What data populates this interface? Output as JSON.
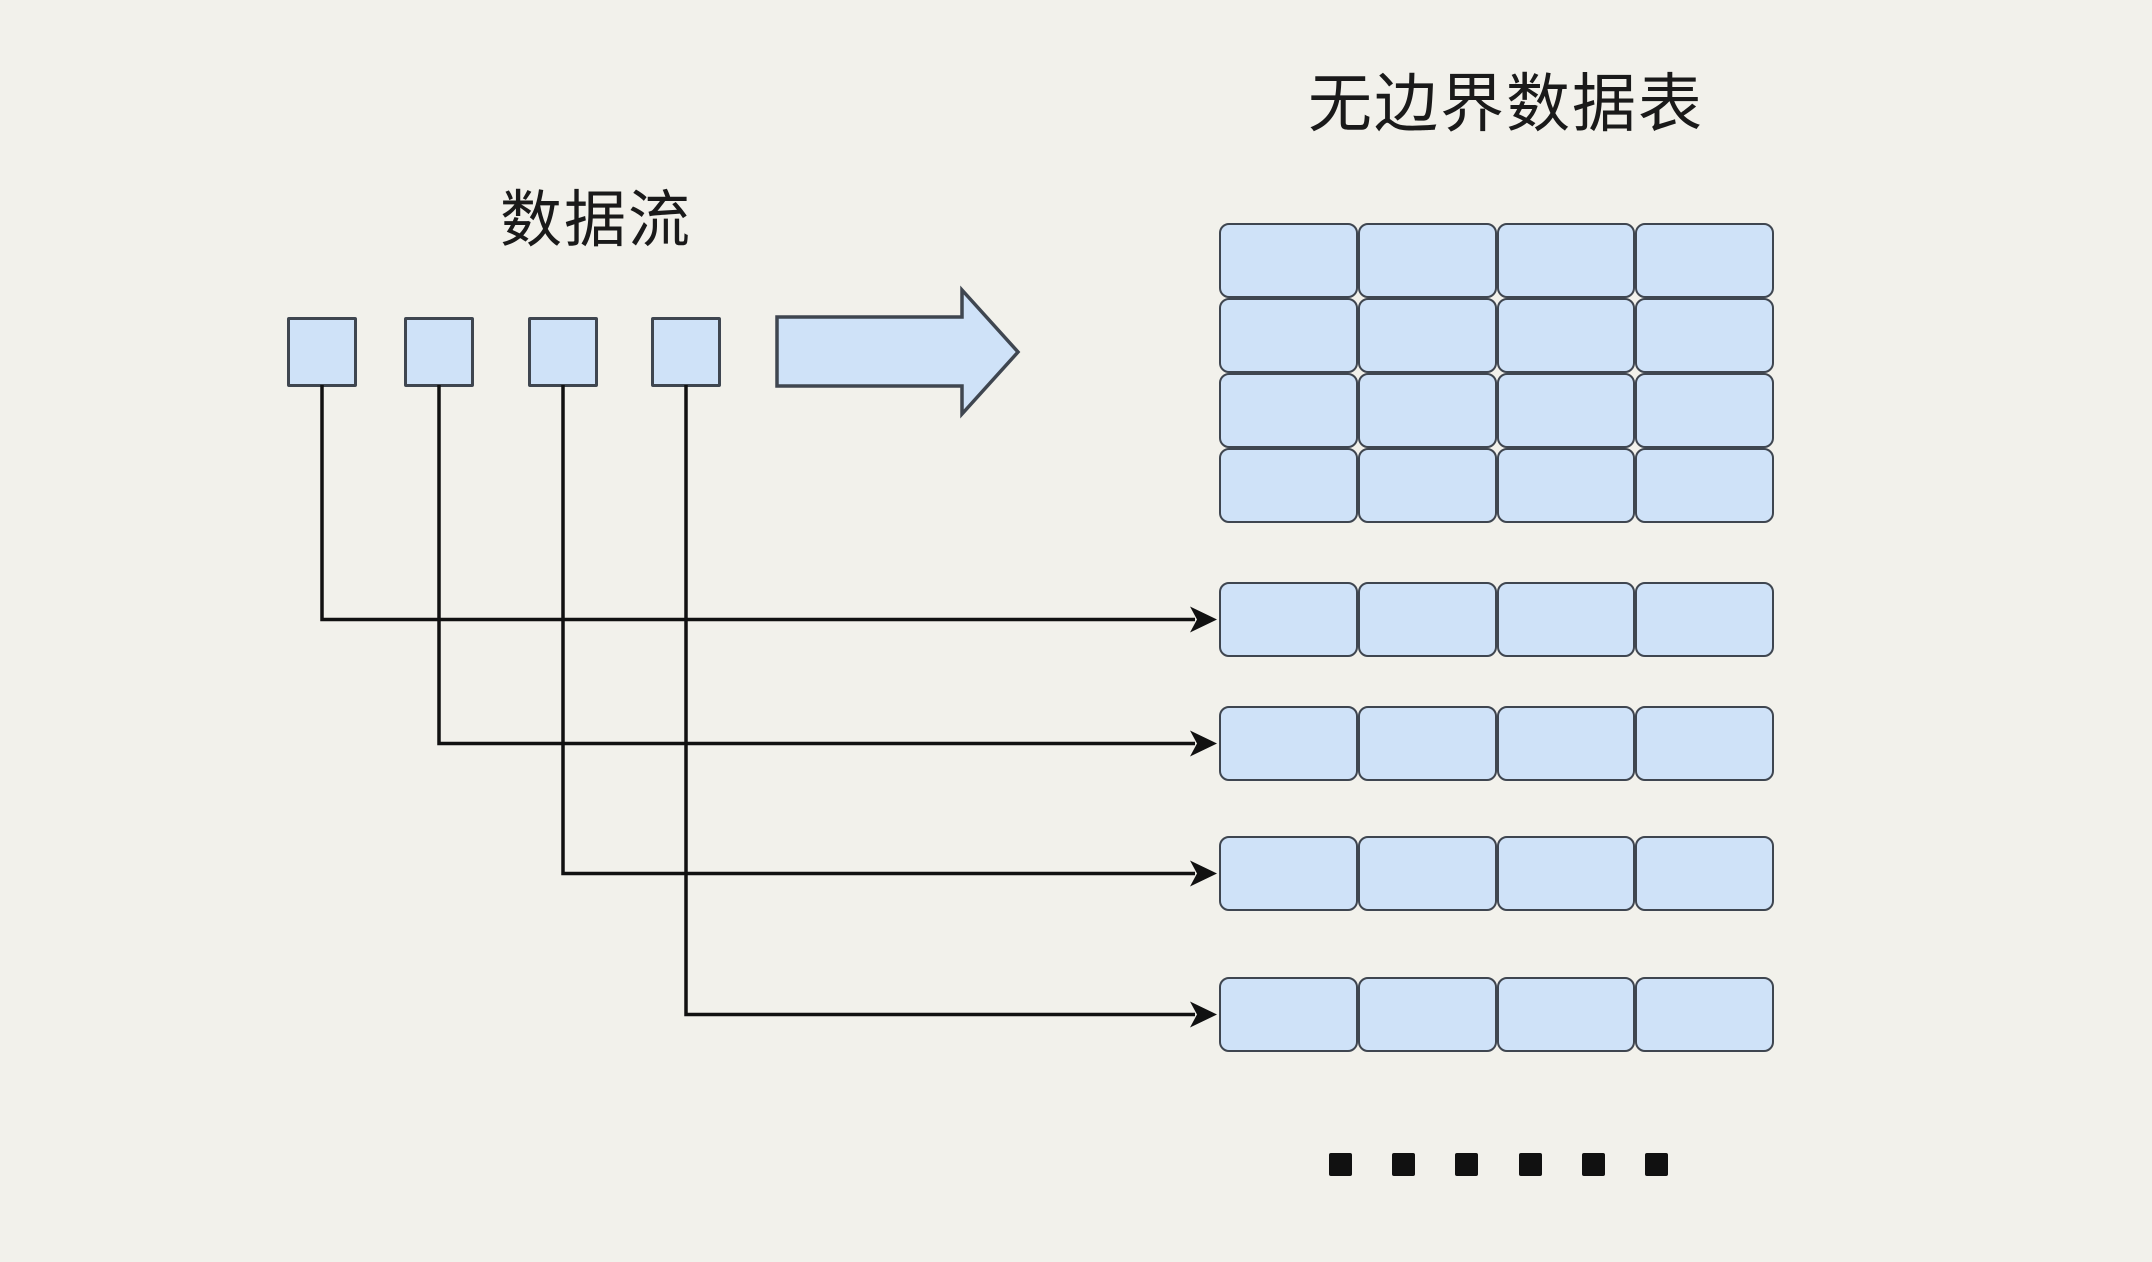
{
  "title": "无边界数据表",
  "stream": {
    "label": "数据流",
    "item_count": 4
  },
  "flow_arrow": {
    "direction": "right"
  },
  "table": {
    "grid_rows": 4,
    "grid_cols": 4
  },
  "appended_rows": {
    "count": 4,
    "cols": 4
  },
  "ellipsis": {
    "dot_count": 6
  },
  "colors": {
    "background": "#f2f1eb",
    "cell_fill": "#cfe2f8",
    "cell_border": "#3f4650",
    "line": "#111111",
    "text": "#1a1a1a"
  }
}
